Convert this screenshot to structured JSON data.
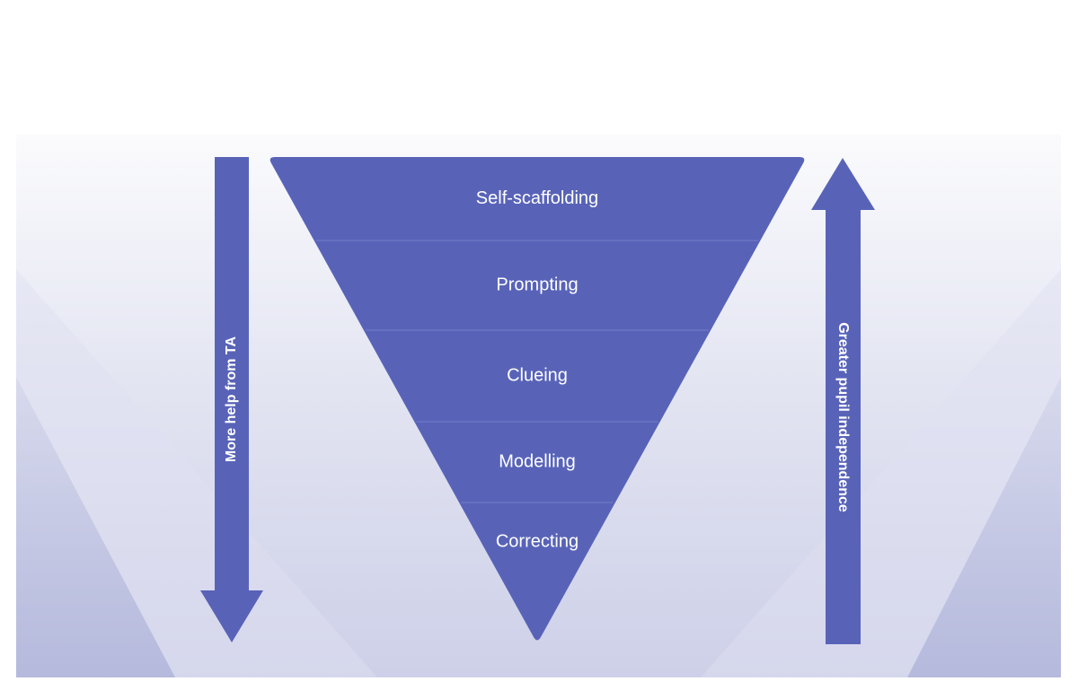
{
  "colors": {
    "primary": "#5863b8",
    "divider": "#7079c4",
    "panel_top": "#fbfbfd",
    "panel_bottom": "#cdd0e8",
    "panel_shade": "#b8bcdf"
  },
  "pyramid": {
    "tiers": [
      {
        "label": "Self-scaffolding"
      },
      {
        "label": "Prompting"
      },
      {
        "label": "Clueing"
      },
      {
        "label": "Modelling"
      },
      {
        "label": "Correcting"
      }
    ]
  },
  "left_arrow": {
    "label": "More help from TA",
    "direction": "down",
    "icon": "arrow-down-icon"
  },
  "right_arrow": {
    "label": "Greater pupil independence",
    "direction": "up",
    "icon": "arrow-up-icon"
  }
}
